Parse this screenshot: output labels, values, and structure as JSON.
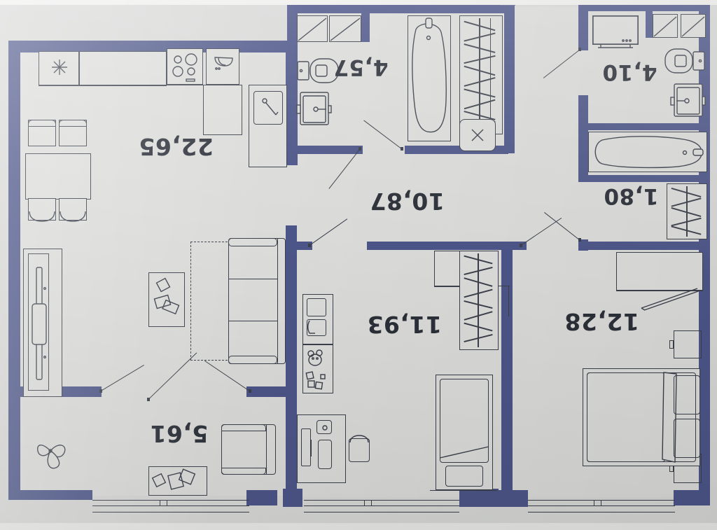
{
  "document": {
    "kind": "apartment-floor-plan",
    "orientation_note": "plan printed upside down; all dimension labels rendered rotated 180 degrees",
    "units": "square meters",
    "background_color": "#d7d8d6",
    "wall_color": "#4c5588",
    "line_color": "#3a3f4a",
    "floor_color": "#dbdbd9"
  },
  "rooms": [
    {
      "id": "kitchen-living",
      "area_label": "22,65",
      "fixtures": [
        "refrigerator",
        "kitchen-counter",
        "cooktop",
        "washing-machine",
        "sink",
        "dining-table",
        "dining-chairs"
      ]
    },
    {
      "id": "wc-second",
      "area_label": "4,57",
      "fixtures": [
        "toilet",
        "washbasin"
      ]
    },
    {
      "id": "hall-corridor",
      "area_label": "10,87",
      "fixtures": [
        "bathtub",
        "wardrobe",
        "utility-shaft"
      ]
    },
    {
      "id": "bedroom-small",
      "area_label": "11,93",
      "fixtures": [
        "wardrobe",
        "single-bed",
        "desk",
        "chair",
        "shelving"
      ]
    },
    {
      "id": "living-room",
      "area_label": "5,61",
      "fixtures": [
        "sofa",
        "armchair",
        "rug",
        "tv-cabinet",
        "plant"
      ]
    },
    {
      "id": "bedroom-master",
      "area_label": "12,28",
      "fixtures": [
        "double-bed",
        "nightstands",
        "desk",
        "chair",
        "wardrobe"
      ]
    },
    {
      "id": "bathroom-master",
      "area_label": "4,10",
      "fixtures": [
        "toilet",
        "washbasin",
        "tv"
      ]
    },
    {
      "id": "dressing-room",
      "area_label": "1,80",
      "fixtures": [
        "bathtub",
        "wardrobe-hangers"
      ]
    }
  ],
  "labels": {
    "kitchen_area": "22,65",
    "wc_area": "4,57",
    "hall_area": "10,87",
    "bedroom_small_area": "11,93",
    "living_area": "5,61",
    "bedroom_master_area": "12,28",
    "bathroom_master_area": "4,10",
    "dressing_area": "1,80"
  }
}
